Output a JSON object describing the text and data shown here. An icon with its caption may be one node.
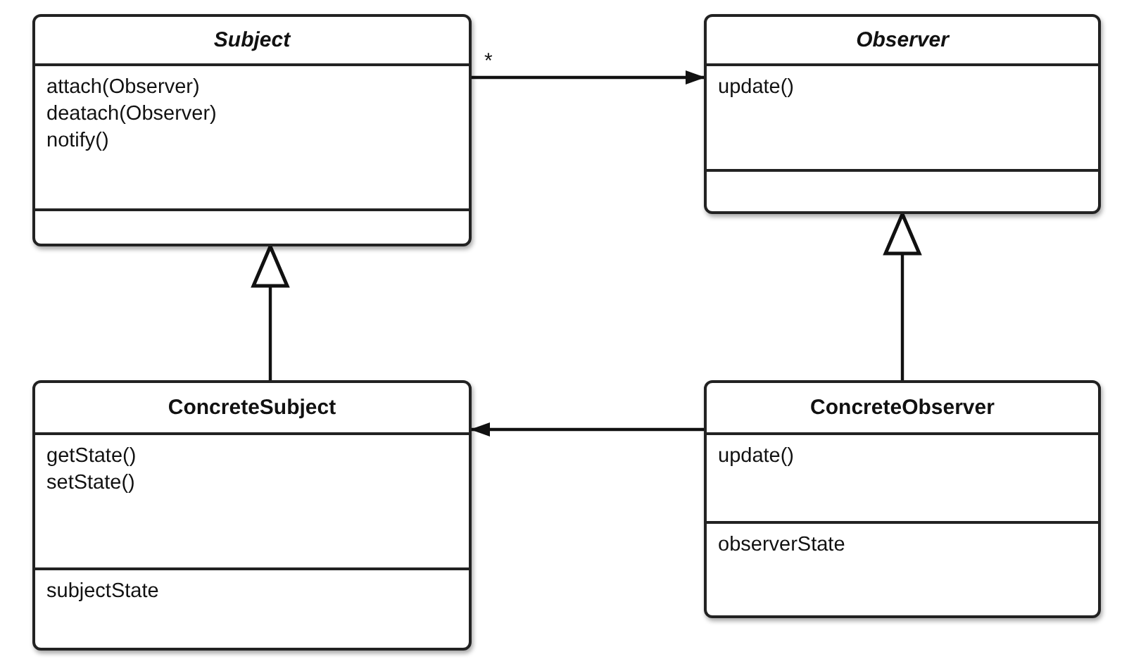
{
  "diagram": {
    "nodes": [
      {
        "text": [
          "Subject"
        ]
      },
      {
        "text": [
          "attach(Observer)",
          "deatach(Observer)",
          "notify()"
        ],
        "in": 0
      },
      {
        "text": [],
        "shape": "box",
        "in": 0
      },
      {
        "text": [
          "Observer"
        ]
      },
      {
        "text": [
          "update()"
        ],
        "in": 3
      },
      {
        "text": [],
        "shape": "box",
        "in": 3
      },
      {
        "text": [
          "ConcreteSubject"
        ]
      },
      {
        "text": [
          "getState()",
          "setState()"
        ],
        "in": 6
      },
      {
        "text": [
          "subjectState"
        ],
        "in": 6
      },
      {
        "text": [
          "ConcreteObserver"
        ]
      },
      {
        "text": [
          "update()"
        ],
        "in": 9
      },
      {
        "text": [
          "observerState"
        ],
        "in": 9
      }
    ],
    "edges": [
      {
        "from": 0,
        "to": 3,
        "arrow": "to",
        "label": "*"
      },
      {
        "from": 6,
        "to": 0,
        "arrow": "to"
      },
      {
        "from": 9,
        "to": 3,
        "arrow": "to"
      },
      {
        "from": 9,
        "to": 6,
        "arrow": "to"
      }
    ]
  }
}
